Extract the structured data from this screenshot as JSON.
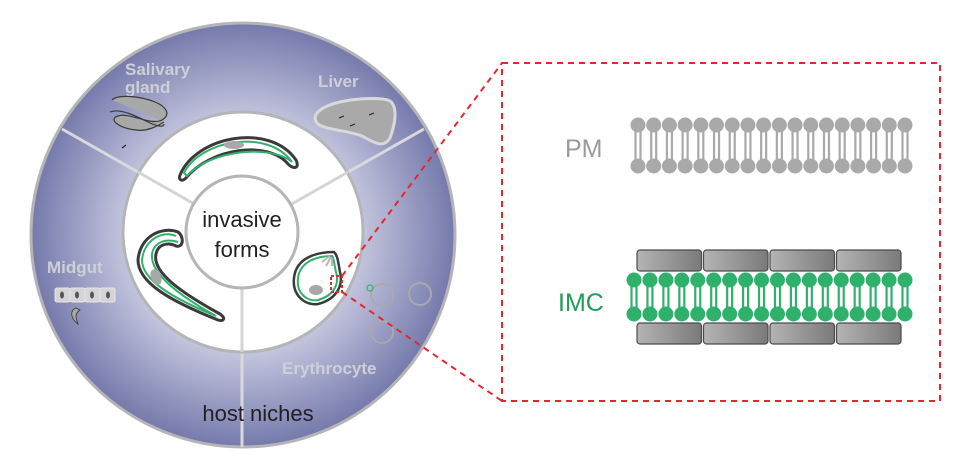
{
  "figure": {
    "center_label": [
      "invasive",
      "forms"
    ],
    "outer_label": "host niches",
    "niches": [
      {
        "name": "salivary-gland",
        "label": [
          "Salivary",
          "gland"
        ]
      },
      {
        "name": "liver",
        "label": [
          "Liver"
        ]
      },
      {
        "name": "midgut",
        "label": [
          "Midgut"
        ]
      },
      {
        "name": "erythrocyte",
        "label": [
          "Erythrocyte"
        ]
      }
    ],
    "inset": {
      "pm_label": "PM",
      "imc_label": "IMC",
      "pm_lipid_count": 18,
      "imc_lipid_count": 18,
      "imc_alveoli_plates_per_side": 4
    },
    "colors": {
      "ring_blue": "#7a7fb0",
      "ring_light": "#c2c4dc",
      "outline_gray": "#b0b0b0",
      "pm_gray": "#a9a9a9",
      "imc_green": "#2fb16c",
      "parasite_green": "#2fb16c",
      "parasite_outline": "#3a3a3a",
      "zoom_red": "#e8262a",
      "label_gray": "#cfcfd6",
      "pm_label_color": "#9a9a9a",
      "imc_label_color": "#1d9e56"
    }
  }
}
